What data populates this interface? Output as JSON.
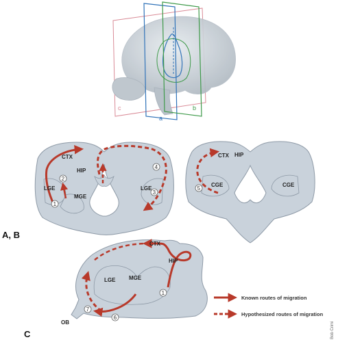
{
  "colors": {
    "tissue_fill": "#c9d2db",
    "tissue_stroke": "#8d99a6",
    "brain_fill": "#c4ccd3",
    "arrow": "#b8392a",
    "plane_a": "#2f72b8",
    "plane_b": "#3f9a4a",
    "plane_c": "#d98a96"
  },
  "planes": {
    "a": "a",
    "b": "b",
    "c": "c"
  },
  "panel_labels": {
    "ab": "A, B",
    "c": "C"
  },
  "panelA": {
    "ctx": "CTX",
    "hip": "HIP",
    "lge_left": "LGE",
    "mge": "MGE",
    "lge_right": "LGE",
    "n1": "1",
    "n2": "2",
    "n3": "3",
    "n4": "4"
  },
  "panelB": {
    "ctx": "CTX",
    "hip": "HIP",
    "cge_left": "CGE",
    "cge_right": "CGE",
    "n5": "5"
  },
  "panelC": {
    "ctx": "CTX",
    "hip": "HIP",
    "lge": "LGE",
    "mge": "MGE",
    "ob": "OB",
    "n1": "1",
    "n6": "6",
    "n7": "7"
  },
  "legend": {
    "known": "Known routes of migration",
    "hypothesized": "Hypothesized routes of migration"
  },
  "credit": "Bob Crimi",
  "icons": [
    "brain-illustration",
    "arrow-solid-icon",
    "arrow-dashed-icon"
  ]
}
